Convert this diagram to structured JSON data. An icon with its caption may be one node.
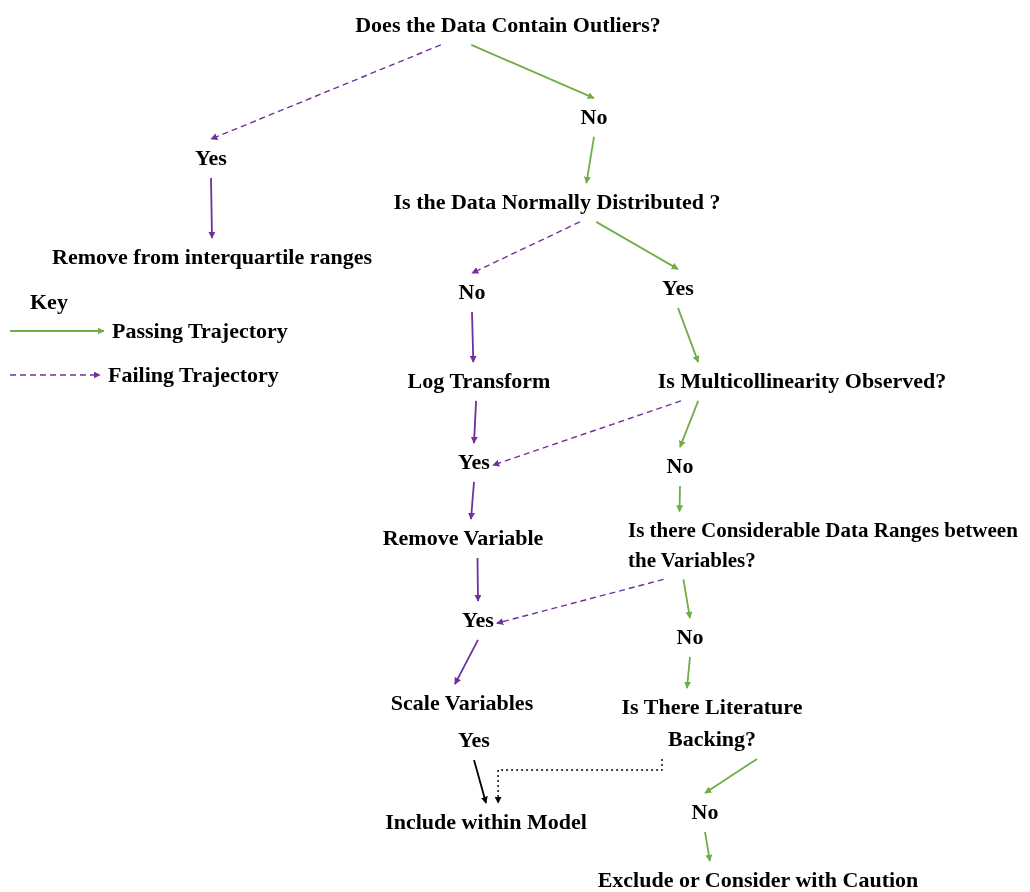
{
  "diagram": {
    "nodes": [
      {
        "text": [
          "Does the Data Contain Outliers?"
        ]
      },
      {
        "text": [
          "Yes"
        ]
      },
      {
        "text": [
          "No"
        ]
      },
      {
        "text": [
          "Remove from interquartile ranges"
        ]
      },
      {
        "text": [
          "Is the Data Normally Distributed ?"
        ]
      },
      {
        "text": [
          "No"
        ]
      },
      {
        "text": [
          "Yes"
        ]
      },
      {
        "text": [
          "Log Transform"
        ]
      },
      {
        "text": [
          "Is Multicollinearity Observed?"
        ]
      },
      {
        "text": [
          "Yes"
        ]
      },
      {
        "text": [
          "No"
        ]
      },
      {
        "text": [
          "Remove Variable"
        ]
      },
      {
        "text": [
          "Is there Considerable Data Ranges between the Variables?"
        ]
      },
      {
        "text": [
          "Yes"
        ]
      },
      {
        "text": [
          "No"
        ]
      },
      {
        "text": [
          "Scale Variables"
        ]
      },
      {
        "text": [
          "Is There Literature Backing?"
        ]
      },
      {
        "text": [
          "Yes"
        ]
      },
      {
        "text": [
          "No"
        ]
      },
      {
        "text": [
          "Include within Model"
        ]
      },
      {
        "text": [
          "Exclude or Consider with Caution"
        ]
      }
    ],
    "edges": [
      {
        "from": 0,
        "to": 1,
        "arrow": "to",
        "style": "dashed",
        "color": "#7030a0"
      },
      {
        "from": 0,
        "to": 2,
        "arrow": "to",
        "color": "#70ad47"
      },
      {
        "from": 1,
        "to": 3,
        "arrow": "to",
        "color": "#7030a0"
      },
      {
        "from": 2,
        "to": 4,
        "arrow": "to",
        "color": "#70ad47"
      },
      {
        "from": 4,
        "to": 5,
        "arrow": "to",
        "style": "dashed",
        "color": "#7030a0"
      },
      {
        "from": 4,
        "to": 6,
        "arrow": "to",
        "color": "#70ad47"
      },
      {
        "from": 5,
        "to": 7,
        "arrow": "to",
        "color": "#7030a0"
      },
      {
        "from": 6,
        "to": 8,
        "arrow": "to",
        "color": "#70ad47"
      },
      {
        "from": 7,
        "to": 9,
        "arrow": "to",
        "color": "#7030a0"
      },
      {
        "from": 8,
        "to": 10,
        "arrow": "to",
        "color": "#70ad47"
      },
      {
        "from": 8,
        "to": 9,
        "arrow": "to",
        "style": "dashed",
        "color": "#7030a0"
      },
      {
        "from": 10,
        "to": 12,
        "arrow": "to",
        "color": "#70ad47"
      },
      {
        "from": 9,
        "to": 11,
        "arrow": "to",
        "color": "#7030a0"
      },
      {
        "from": 11,
        "to": 13,
        "arrow": "to",
        "color": "#7030a0"
      },
      {
        "from": 12,
        "to": 13,
        "arrow": "to",
        "style": "dashed",
        "color": "#7030a0"
      },
      {
        "from": 12,
        "to": 14,
        "arrow": "to",
        "color": "#70ad47"
      },
      {
        "from": 13,
        "to": 15,
        "arrow": "to",
        "color": "#7030a0"
      },
      {
        "from": 14,
        "to": 16,
        "arrow": "to",
        "color": "#70ad47"
      },
      {
        "from": 16,
        "to": 18,
        "arrow": "to",
        "color": "#70ad47"
      },
      {
        "from": 18,
        "to": 20,
        "arrow": "to",
        "color": "#70ad47"
      },
      {
        "from": 17,
        "to": 19,
        "arrow": "to",
        "color": "#000000"
      },
      {
        "from": 16,
        "to": 19,
        "arrow": "to",
        "style": "dashed",
        "color": "#000000"
      }
    ],
    "labels": [
      "Key"
    ],
    "legend": [
      {
        "text": "Passing Trajectory"
      },
      {
        "text": "Failing Trajectory"
      }
    ]
  }
}
